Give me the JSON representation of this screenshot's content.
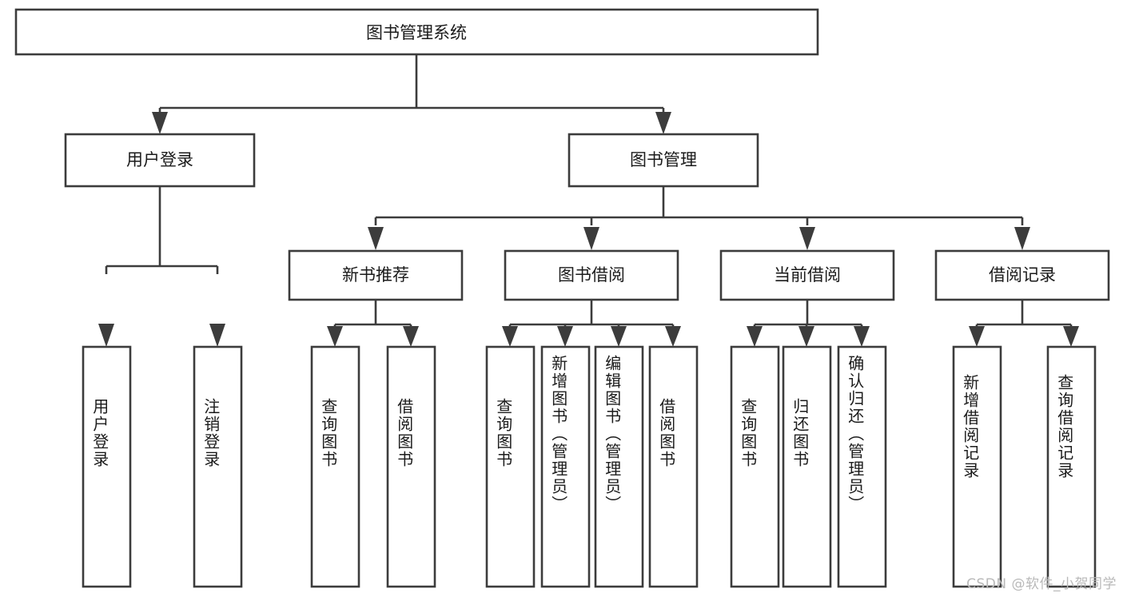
{
  "diagram": {
    "title": "图书管理系统",
    "watermark": "CSDN @软件_小贺同学",
    "line_color": "#3c3c3c",
    "box_fill": "#ffffff",
    "text_color": "#1b1b1b",
    "watermark_color": "#b9b9b9",
    "levels": {
      "root": {
        "label": "图书管理系统"
      },
      "level2": [
        {
          "id": "user-login",
          "label": "用户登录"
        },
        {
          "id": "book-manage",
          "label": "图书管理"
        }
      ],
      "level3": [
        {
          "id": "new-book-recommend",
          "label": "新书推荐",
          "parent": "book-manage"
        },
        {
          "id": "book-borrow",
          "label": "图书借阅",
          "parent": "book-manage"
        },
        {
          "id": "current-borrow",
          "label": "当前借阅",
          "parent": "book-manage"
        },
        {
          "id": "borrow-record",
          "label": "借阅记录",
          "parent": "book-manage"
        }
      ],
      "leaves": [
        {
          "id": "leaf-user-login",
          "label": "用户登录",
          "parent": "user-login"
        },
        {
          "id": "leaf-user-logout",
          "label": "注销登录",
          "parent": "user-login"
        },
        {
          "id": "leaf-query-book-1",
          "label": "查询图书",
          "parent": "new-book-recommend"
        },
        {
          "id": "leaf-borrow-book-1",
          "label": "借阅图书",
          "parent": "new-book-recommend"
        },
        {
          "id": "leaf-query-book-2",
          "label": "查询图书",
          "parent": "book-borrow"
        },
        {
          "id": "leaf-add-book",
          "label": "新增图书（管理员）",
          "parent": "book-borrow"
        },
        {
          "id": "leaf-edit-book",
          "label": "编辑图书（管理员）",
          "parent": "book-borrow"
        },
        {
          "id": "leaf-borrow-book-2",
          "label": "借阅图书",
          "parent": "book-borrow"
        },
        {
          "id": "leaf-query-book-3",
          "label": "查询图书",
          "parent": "current-borrow"
        },
        {
          "id": "leaf-return-book",
          "label": "归还图书",
          "parent": "current-borrow"
        },
        {
          "id": "leaf-confirm-return",
          "label": "确认归还（管理员）",
          "parent": "current-borrow"
        },
        {
          "id": "leaf-add-record",
          "label": "新增借阅记录",
          "parent": "borrow-record"
        },
        {
          "id": "leaf-query-record",
          "label": "查询借阅记录",
          "parent": "borrow-record"
        }
      ]
    }
  }
}
